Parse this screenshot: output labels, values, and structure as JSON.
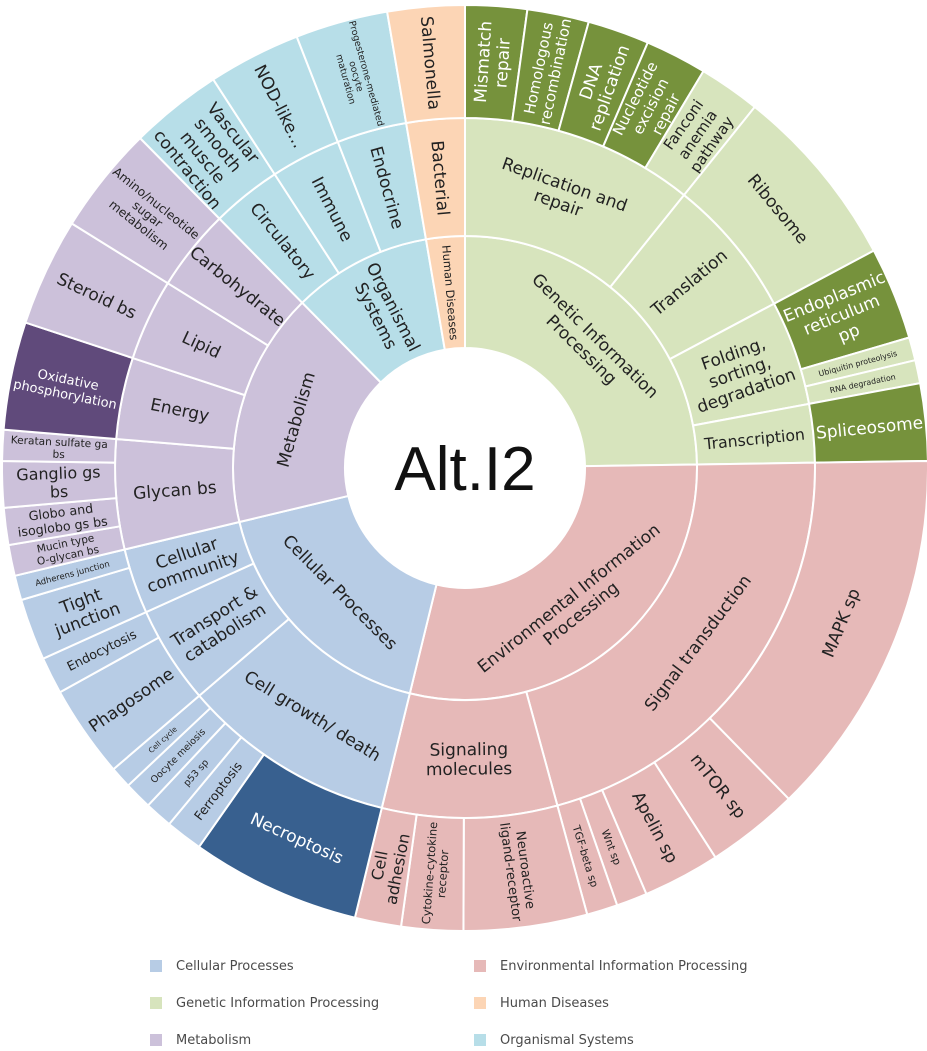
{
  "chart_data": {
    "type": "sunburst",
    "title": "Alt.I2",
    "colors": {
      "Cellular Processes": {
        "l1": "#b7cce5",
        "l2": "#b7cce5",
        "l3": "#b7cce5",
        "dark": "#38608f"
      },
      "Environmental Information Processing": {
        "l1": "#e6b9b8",
        "l2": "#e6b9b8",
        "l3": "#e6b9b8"
      },
      "Genetic Information Processing": {
        "l1": "#d7e4bd",
        "l2": "#d7e4bd",
        "l3": "#d7e4bd",
        "dark": "#76923c"
      },
      "Human Diseases": {
        "l1": "#fcd5b5",
        "l2": "#fcd5b5",
        "l3": "#fcd5b5"
      },
      "Metabolism": {
        "l1": "#ccc1da",
        "l2": "#ccc1da",
        "l3": "#ccc1da",
        "dark": "#604a7b"
      },
      "Organismal Systems": {
        "l1": "#b7dee8",
        "l2": "#b7dee8",
        "l3": "#b7dee8"
      }
    },
    "hierarchy": [
      {
        "name": "Genetic Information Processing",
        "label": "Genetic Information Processing",
        "value": 25,
        "children": [
          {
            "name": "Replication and repair",
            "value": 10,
            "children": [
              {
                "name": "Mismatch repair",
                "value": 2,
                "dark": true
              },
              {
                "name": "Homologous recombination",
                "value": 2,
                "dark": true
              },
              {
                "name": "DNA replication",
                "value": 2,
                "dark": true
              },
              {
                "name": "Nucleotide excision repair",
                "value": 2,
                "dark": true
              },
              {
                "name": "Fanconi anemia pathway",
                "value": 2
              }
            ]
          },
          {
            "name": "Translation",
            "value": 6,
            "children": [
              {
                "name": "Ribosome",
                "value": 6
              }
            ]
          },
          {
            "name": "Folding, sorting, degradation",
            "value": 5,
            "children": [
              {
                "name": "Endoplasmic reticulum pp",
                "value": 3,
                "dark": true
              },
              {
                "name": "Ubiquitin proteolysis",
                "value": 0.75
              },
              {
                "name": "RNA degradation",
                "value": 0.75
              }
            ]
          },
          {
            "name": "Transcription",
            "value": 2.5,
            "children": [
              {
                "name": "Spliceosome",
                "value": 2.5,
                "dark": true
              }
            ]
          }
        ]
      },
      {
        "name": "Environmental Information Processing",
        "label": "Environmental Information Processing",
        "value": 26,
        "children": [
          {
            "name": "Signal transduction",
            "value": 19,
            "children": [
              {
                "name": "MAPK sp",
                "value": 12
              },
              {
                "name": "mTOR sp",
                "value": 3
              },
              {
                "name": "Apelin sp",
                "value": 2.5
              },
              {
                "name": "Wnt sp",
                "value": 1
              },
              {
                "name": "TGF-beta sp",
                "value": 1
              }
            ]
          },
          {
            "name": "Signaling molecules",
            "value": 7,
            "children": [
              {
                "name": "Neuroactive ligand-receptor",
                "value": 4
              },
              {
                "name": "Cytokine-cytokine receptor",
                "value": 2
              },
              {
                "name": "Cell adhesion",
                "value": 1.5
              }
            ]
          }
        ]
      },
      {
        "name": "Cellular Processes",
        "label": "Cellular Processes",
        "value": 18.5,
        "children": [
          {
            "name": "Cell growth/ death",
            "value": 10,
            "children": [
              {
                "name": "Necroptosis",
                "value": 5.5,
                "dark": true
              },
              {
                "name": "Ferroptosis",
                "value": 1.2
              },
              {
                "name": "p53 sp",
                "value": 0.9
              },
              {
                "name": "Oocyte meiosis",
                "value": 0.9
              },
              {
                "name": "Cell cycle",
                "value": 0.7
              }
            ]
          },
          {
            "name": "Transport & catabolism",
            "value": 4.5,
            "children": [
              {
                "name": "Phagosome",
                "value": 3
              },
              {
                "name": "Endocytosis",
                "value": 1.2
              }
            ]
          },
          {
            "name": "Cellular community",
            "value": 4,
            "children": [
              {
                "name": "Tight junction",
                "value": 2
              },
              {
                "name": "Adherens junction",
                "value": 0.8
              }
            ]
          }
        ]
      },
      {
        "name": "Metabolism",
        "label": "Metabolism",
        "value": 19,
        "children": [
          {
            "name": "Glycan bs",
            "value": 8,
            "children": [
              {
                "name": "Mucin type O-glycan bs",
                "value": 1
              },
              {
                "name": "Globo and isoglobo gs bs",
                "value": 1.2
              },
              {
                "name": "Ganglio gs bs",
                "value": 1.5
              },
              {
                "name": "Keratan sulfate ga bs",
                "value": 1
              }
            ]
          },
          {
            "name": "Energy",
            "value": 3.5,
            "children": [
              {
                "name": "Oxidative phosphorylation",
                "value": 3.5,
                "dark": true
              }
            ]
          },
          {
            "name": "Lipid",
            "value": 3.5,
            "children": [
              {
                "name": "Steroid bs",
                "value": 3.5
              }
            ]
          },
          {
            "name": "Carbohydrate",
            "value": 4,
            "children": [
              {
                "name": "Amino/nucleotide sugar metabolism",
                "value": 3.5
              }
            ]
          }
        ]
      },
      {
        "name": "Organismal Systems",
        "label": "Organismal Systems",
        "value": 9,
        "children": [
          {
            "name": "Circulatory",
            "value": 3,
            "children": [
              {
                "name": "Vascular smooth muscle contraction",
                "value": 3
              }
            ]
          },
          {
            "name": "Immune",
            "value": 3,
            "children": [
              {
                "name": "NOD-like...",
                "value": 3
              }
            ]
          },
          {
            "name": "Endocrine",
            "value": 3,
            "children": [
              {
                "name": "Progesterone-mediated oocyte maturation",
                "value": 3
              }
            ]
          }
        ]
      },
      {
        "name": "Human Diseases",
        "label": "Human Diseases",
        "value": 2.5,
        "children": [
          {
            "name": "Bacterial",
            "value": 2.5,
            "children": [
              {
                "name": "Salmonella",
                "value": 2.5
              }
            ]
          }
        ]
      }
    ],
    "legend": [
      {
        "label": "Cellular Processes",
        "color": "#b7cce5"
      },
      {
        "label": "Environmental Information Processing",
        "color": "#e6b9b8"
      },
      {
        "label": "Genetic Information Processing",
        "color": "#d7e4bd"
      },
      {
        "label": "Human Diseases",
        "color": "#fcd5b5"
      },
      {
        "label": "Metabolism",
        "color": "#ccc1da"
      },
      {
        "label": "Organismal Systems",
        "color": "#b7dee8"
      }
    ]
  }
}
